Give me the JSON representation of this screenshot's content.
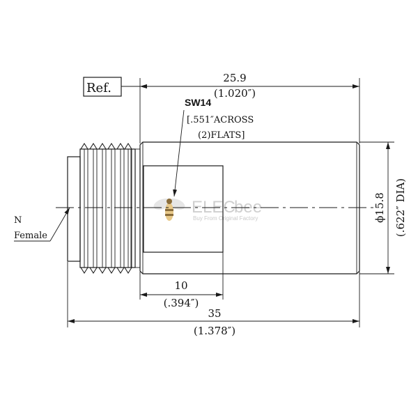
{
  "reference_label": "Ref.",
  "dimensions": {
    "body_length_mm": "25.9",
    "body_length_in": "(1.020″)",
    "wrench_length_mm": "10",
    "wrench_length_in": "(.394″)",
    "overall_length_mm": "35",
    "overall_length_in": "(1.378″)",
    "diameter_mm": "ϕ15.8",
    "diameter_in": "(.622″ DIA)"
  },
  "wrench_flats": {
    "title": "SW14",
    "line1": "[.551″ACROSS",
    "line2": "(2)FLATS]"
  },
  "connector_label": {
    "line1": "N",
    "line2": "Female"
  },
  "watermark": {
    "brand_left": "ELEC",
    "brand_right": "bee",
    "tagline": "Buy From Original Factory",
    "icon": "bee-icon"
  }
}
